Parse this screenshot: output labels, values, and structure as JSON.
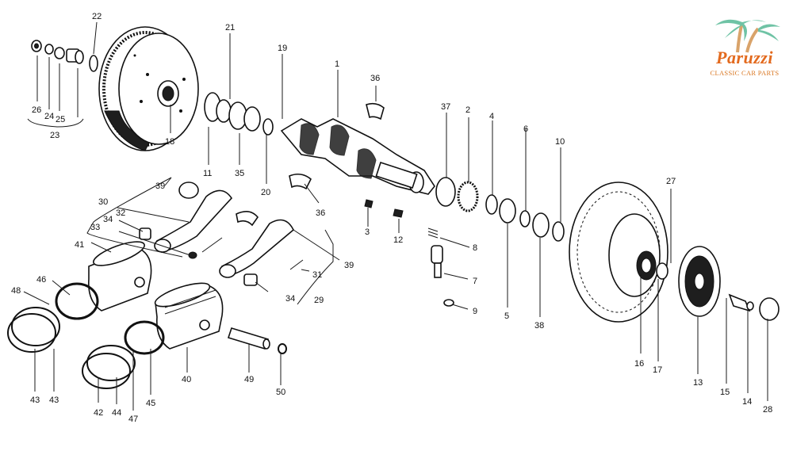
{
  "logo": {
    "brand": "Paruzzi",
    "tagline": "CLASSIC CAR PARTS",
    "colors": {
      "palm": "#6fc3a5",
      "text": "#e36a1e",
      "trunk": "#d9a36a"
    }
  },
  "labels": {
    "l1": "1",
    "l2": "2",
    "l3": "3",
    "l4": "4",
    "l5": "5",
    "l6": "6",
    "l7": "7",
    "l8": "8",
    "l9": "9",
    "l10": "10",
    "l11": "11",
    "l12": "12",
    "l13": "13",
    "l14": "14",
    "l15": "15",
    "l16": "16",
    "l17": "17",
    "l18": "18",
    "l19": "19",
    "l20": "20",
    "l21": "21",
    "l22": "22",
    "l23": "23",
    "l24": "24",
    "l25": "25",
    "l26": "26",
    "l27": "27",
    "l28": "28",
    "l29": "29",
    "l30": "30",
    "l31": "31",
    "l32": "32",
    "l33": "33",
    "l34a": "34",
    "l34b": "34",
    "l35": "35",
    "l36a": "36",
    "l36b": "36",
    "l37": "37",
    "l38": "38",
    "l39a": "39",
    "l39b": "39",
    "l40": "40",
    "l41": "41",
    "l42": "42",
    "l43a": "43",
    "l43b": "43",
    "l44": "44",
    "l45": "45",
    "l46": "46",
    "l47": "47",
    "l48": "48",
    "l49": "49",
    "l50": "50"
  }
}
